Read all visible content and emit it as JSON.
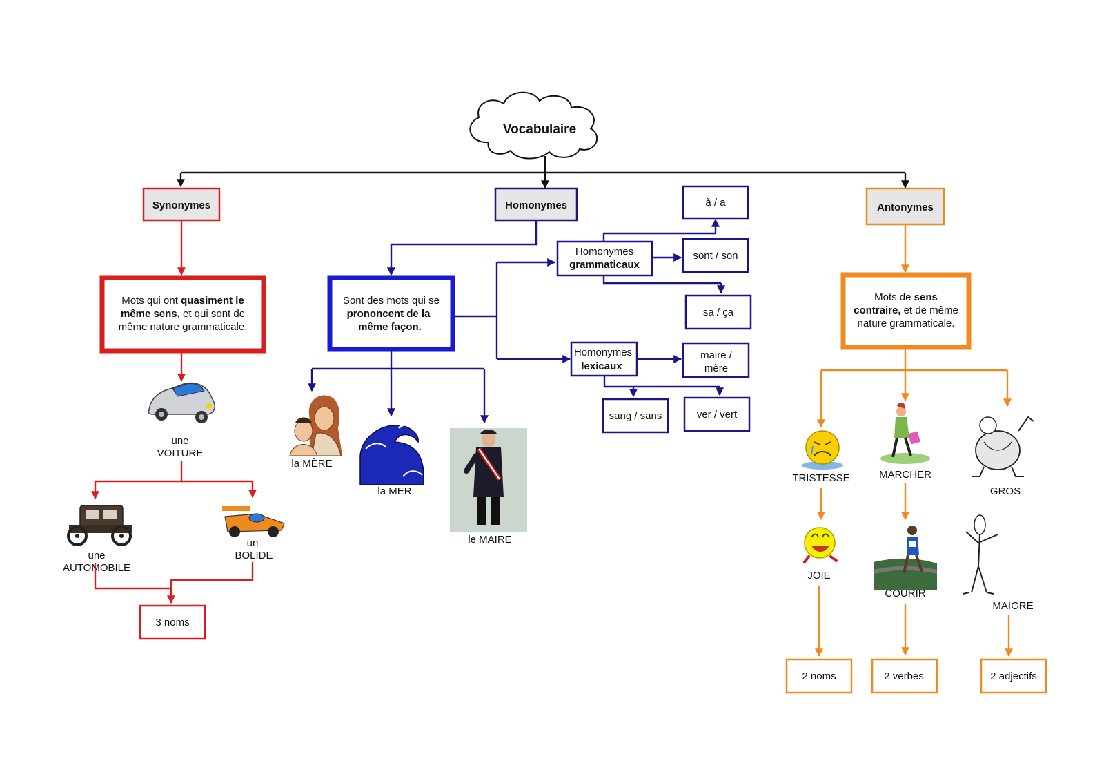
{
  "title": "Vocabulaire",
  "colors": {
    "red": "#d81e1e",
    "blue": "#17178a",
    "blue_thick": "#1a1ad2",
    "orange": "#f08a1f",
    "dark": "#111111"
  },
  "synonymes": {
    "label": "Synonymes",
    "definition": {
      "pre": "Mots qui ont ",
      "bold1": "quasiment le",
      "bold2": "même sens,",
      "mid": " et qui sont de",
      "line3": "même nature grammaticale."
    },
    "voiture": {
      "icon": "car-icon",
      "art": "une",
      "noun": "VOITURE"
    },
    "automobile": {
      "icon": "vintage-car-icon",
      "art": "une",
      "noun": "AUTOMOBILE"
    },
    "bolide": {
      "icon": "race-car-icon",
      "art": "un",
      "noun": "BOLIDE"
    },
    "summary": "3 noms"
  },
  "homonymes": {
    "label": "Homonymes",
    "definition": {
      "line1": "Sont des mots qui se",
      "bold1": "prononcent  de la",
      "bold2": "même façon."
    },
    "mere": {
      "icon": "mother-child-icon",
      "caption": "la MÈRE"
    },
    "mer": {
      "icon": "wave-icon",
      "caption": "la MER"
    },
    "maire": {
      "icon": "mayor-icon",
      "caption": "le MAIRE"
    },
    "grammaticaux": {
      "line1": "Homonymes",
      "line2": "grammaticaux",
      "pairs": [
        "à / a",
        "sont / son",
        "sa / ça"
      ]
    },
    "lexicaux": {
      "line1": "Homonymes",
      "line2": "lexicaux",
      "pairs": [
        "maire /",
        "mère",
        "sang / sans",
        "ver / vert"
      ]
    }
  },
  "antonymes": {
    "label": "Antonymes",
    "definition": {
      "pre": "Mots de ",
      "bold0": "sens",
      "bold1": "contraire,",
      "mid": " et de même",
      "line3": "nature grammaticale."
    },
    "tristesse": {
      "icon": "sad-face-icon",
      "caption": "TRISTESSE"
    },
    "joie": {
      "icon": "happy-face-icon",
      "caption": "JOIE"
    },
    "marcher": {
      "icon": "walking-woman-icon",
      "caption": "MARCHER"
    },
    "courir": {
      "icon": "runner-icon",
      "caption": "COURIR"
    },
    "gros": {
      "icon": "fat-man-icon",
      "caption": "GROS"
    },
    "maigre": {
      "icon": "thin-man-icon",
      "caption": "MAIGRE"
    },
    "summaries": [
      "2 noms",
      "2 verbes",
      "2 adjectifs"
    ]
  }
}
